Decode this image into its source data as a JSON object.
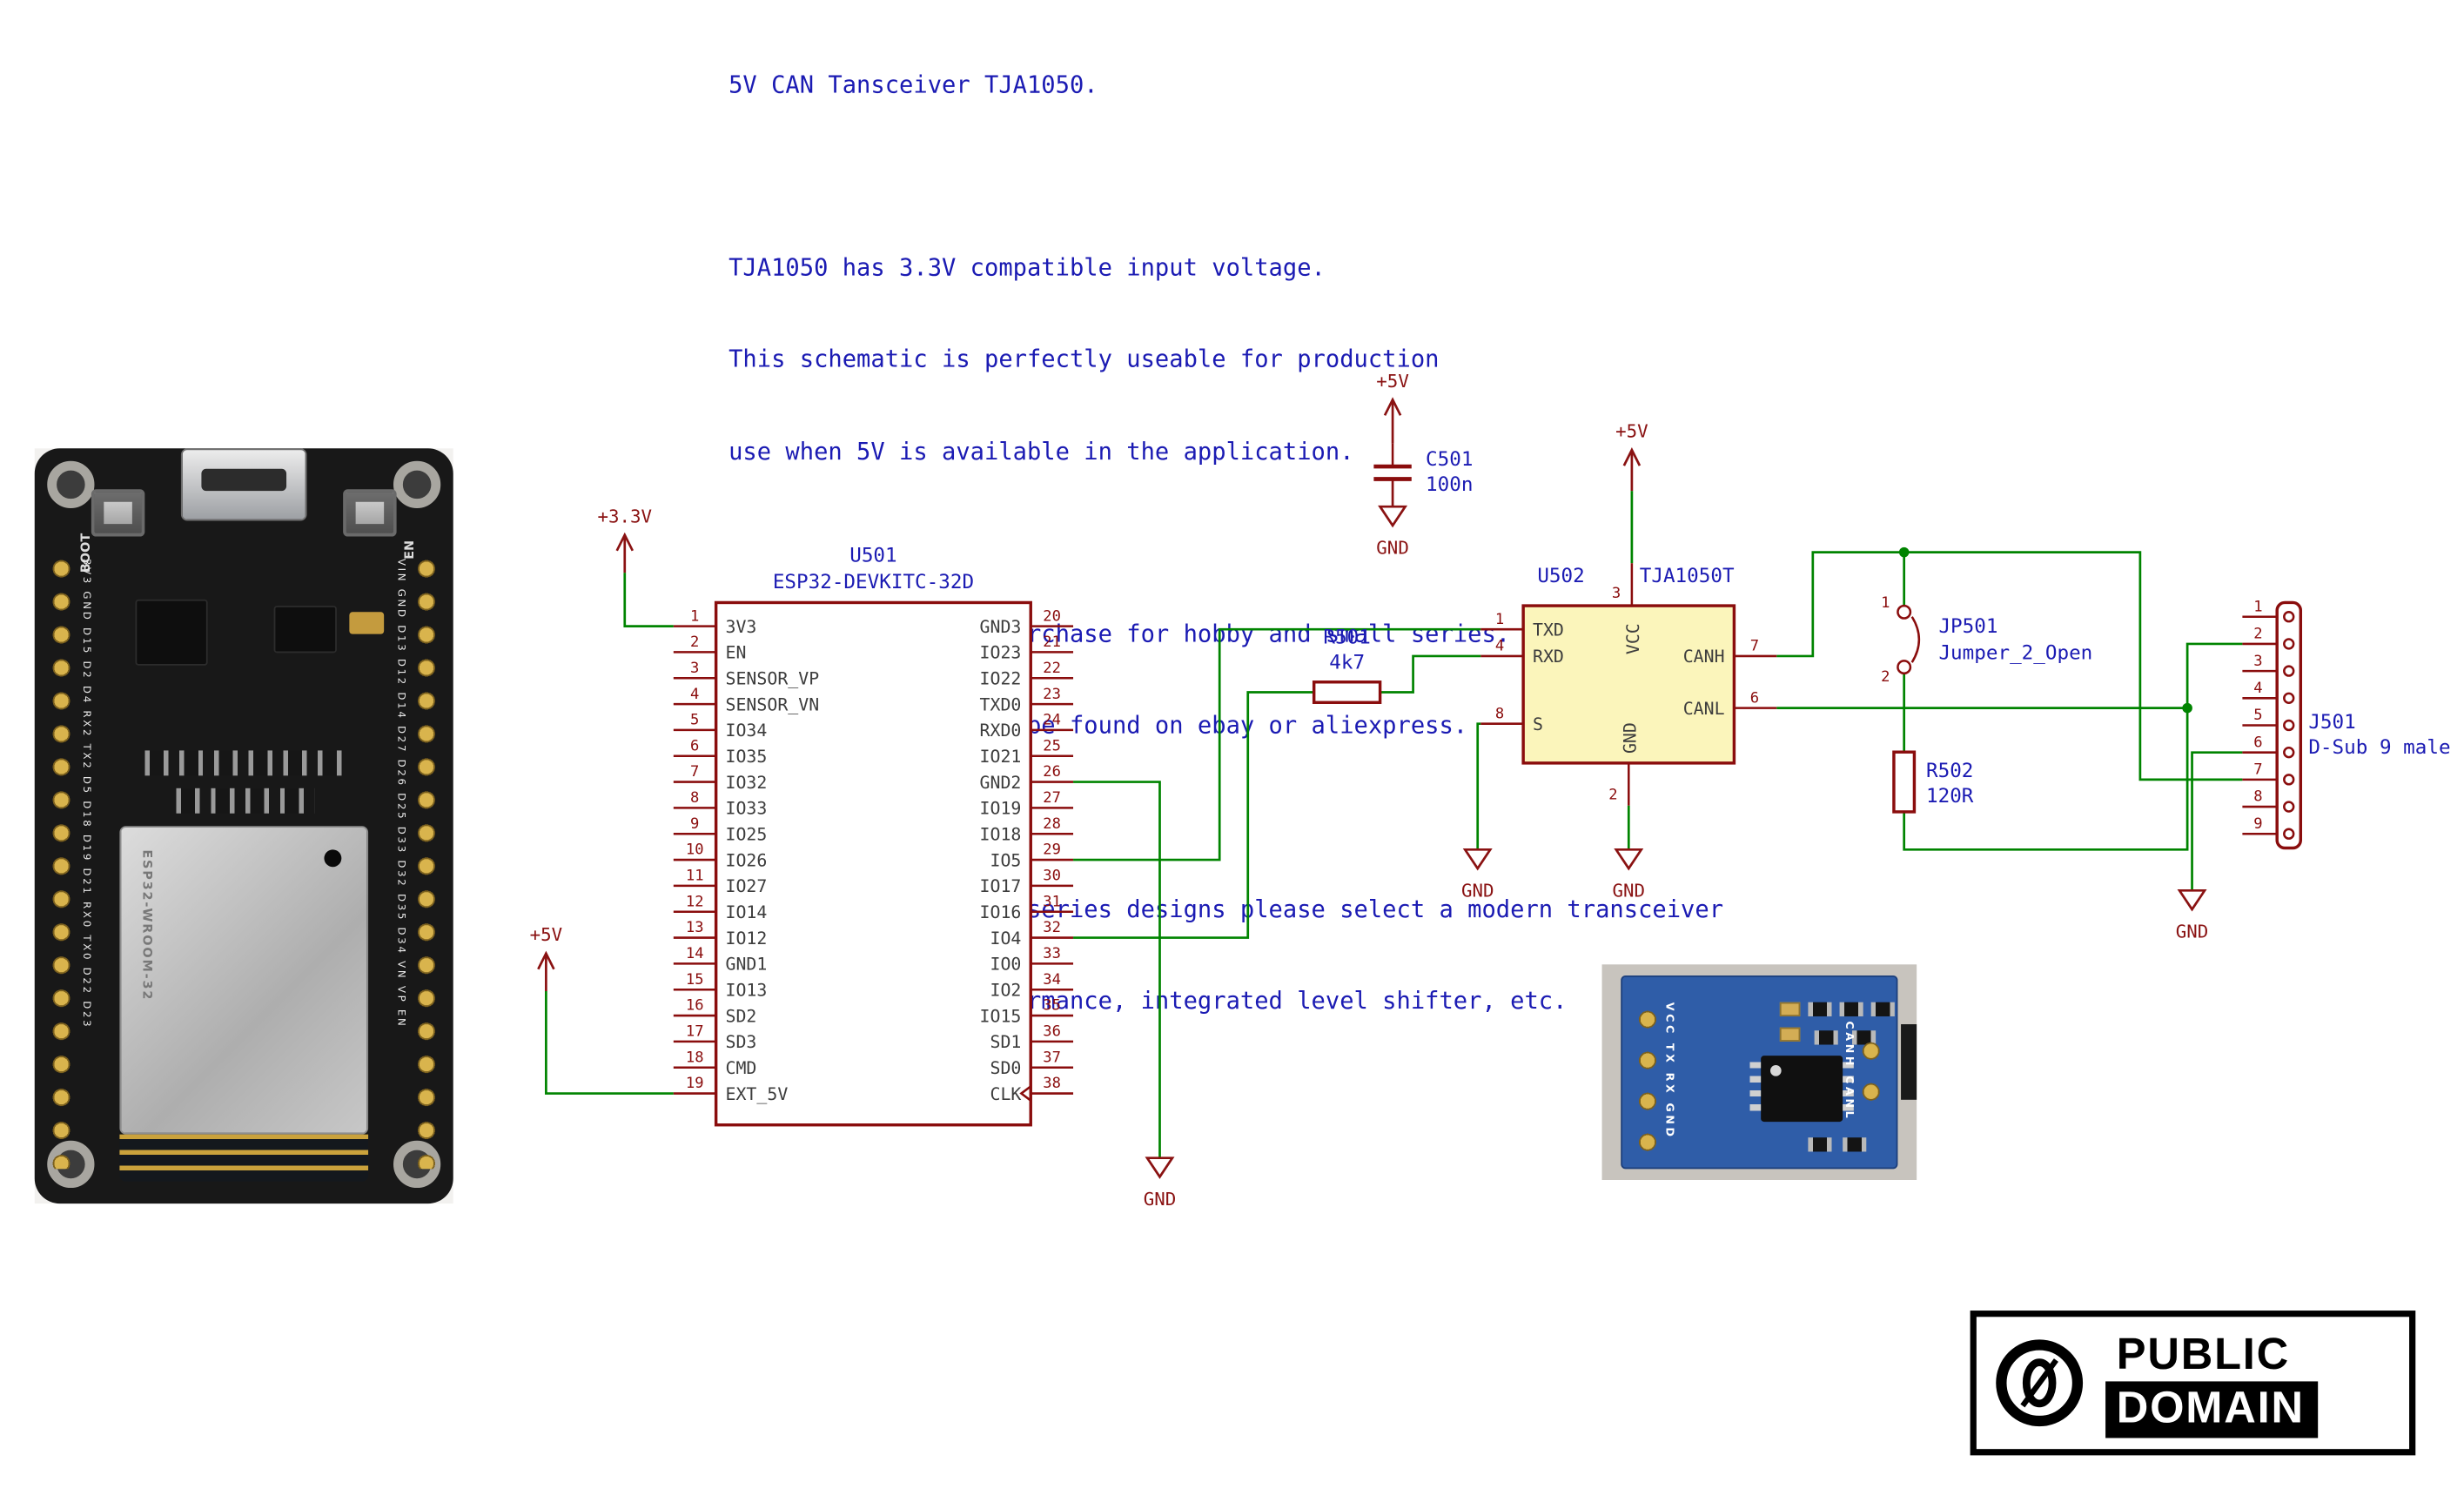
{
  "notes": {
    "lines": [
      "5V CAN Tansceiver TJA1050.",
      "",
      "TJA1050 has 3.3V compatible input voltage.",
      "This schematic is perfectly useable for production",
      "use when 5V is available in the application.",
      "",
      "TJA1050 is easy to purchase for hobby and small series.",
      "Also PCB modules can be found on ebay or aliexpress.",
      "",
      "For professional big series designs please select a modern transceiver",
      "with better EMC performance, integrated level shifter, etc."
    ]
  },
  "power": {
    "v33": "+3.3V",
    "v5": "+5V",
    "gnd": "GND"
  },
  "esp32_symbol": {
    "ref": "U501",
    "value": "ESP32-DEVKITC-32D",
    "left_pins": [
      {
        "num": "1",
        "name": "3V3"
      },
      {
        "num": "2",
        "name": "EN"
      },
      {
        "num": "3",
        "name": "SENSOR_VP"
      },
      {
        "num": "4",
        "name": "SENSOR_VN"
      },
      {
        "num": "5",
        "name": "IO34"
      },
      {
        "num": "6",
        "name": "IO35"
      },
      {
        "num": "7",
        "name": "IO32"
      },
      {
        "num": "8",
        "name": "IO33"
      },
      {
        "num": "9",
        "name": "IO25"
      },
      {
        "num": "10",
        "name": "IO26"
      },
      {
        "num": "11",
        "name": "IO27"
      },
      {
        "num": "12",
        "name": "IO14"
      },
      {
        "num": "13",
        "name": "IO12"
      },
      {
        "num": "14",
        "name": "GND1"
      },
      {
        "num": "15",
        "name": "IO13"
      },
      {
        "num": "16",
        "name": "SD2"
      },
      {
        "num": "17",
        "name": "SD3"
      },
      {
        "num": "18",
        "name": "CMD"
      },
      {
        "num": "19",
        "name": "EXT_5V"
      }
    ],
    "right_pins": [
      {
        "num": "20",
        "name": "GND3"
      },
      {
        "num": "21",
        "name": "IO23"
      },
      {
        "num": "22",
        "name": "IO22"
      },
      {
        "num": "23",
        "name": "TXD0"
      },
      {
        "num": "24",
        "name": "RXD0"
      },
      {
        "num": "25",
        "name": "IO21"
      },
      {
        "num": "26",
        "name": "GND2"
      },
      {
        "num": "27",
        "name": "IO19"
      },
      {
        "num": "28",
        "name": "IO18"
      },
      {
        "num": "29",
        "name": "IO5"
      },
      {
        "num": "30",
        "name": "IO17"
      },
      {
        "num": "31",
        "name": "IO16"
      },
      {
        "num": "32",
        "name": "IO4"
      },
      {
        "num": "33",
        "name": "IO0"
      },
      {
        "num": "34",
        "name": "IO2"
      },
      {
        "num": "35",
        "name": "IO15"
      },
      {
        "num": "36",
        "name": "SD1"
      },
      {
        "num": "37",
        "name": "SD0"
      },
      {
        "num": "38",
        "name": "CLK"
      }
    ]
  },
  "transceiver_symbol": {
    "ref": "U502",
    "value": "TJA1050T",
    "left_pins": [
      {
        "num": "1",
        "name": "TXD"
      },
      {
        "num": "4",
        "name": "RXD"
      },
      {
        "num": "8",
        "name": "S"
      }
    ],
    "right_pins": [
      {
        "num": "7",
        "name": "CANH"
      },
      {
        "num": "6",
        "name": "CANL"
      }
    ],
    "top_pin": {
      "num": "3",
      "name": "VCC"
    },
    "bottom_pin": {
      "num": "2",
      "name": "GND"
    }
  },
  "components": {
    "c501": {
      "ref": "C501",
      "value": "100n"
    },
    "r501": {
      "ref": "R501",
      "value": "4k7"
    },
    "r502": {
      "ref": "R502",
      "value": "120R"
    },
    "jp501": {
      "ref": "JP501",
      "value": "Jumper_2_Open",
      "pins": [
        "1",
        "2"
      ]
    },
    "j501": {
      "ref": "J501",
      "value": "D-Sub 9 male",
      "pins": [
        "1",
        "2",
        "3",
        "4",
        "5",
        "6",
        "7",
        "8",
        "9"
      ]
    }
  },
  "colors": {
    "wire_green": "#008400",
    "symbol_dark_red": "#8a0d0d",
    "label_blue": "#1b1bb3",
    "power_red": "#8a1212",
    "ic_fill_yellow": "#fbf5bb"
  },
  "photos": {
    "esp32_board": {
      "boot_label": "BOOT",
      "en_label": "EN",
      "module_label": "ESP32-WROOM-32",
      "left_pin_labels": "3V3 GND D15 D2 D4 RX2 TX2 D5 D18 D19 D21 RX0 TX0 D22 D23",
      "right_pin_labels": "VIN GND D13 D12 D14 D27 D26 D25 D33 D32 D35 D34 VN VP EN"
    },
    "can_module": {
      "left_labels": "VCC TX RX GND",
      "right_labels": "CANH CANL"
    }
  },
  "license_badge": {
    "symbol": "0",
    "line1": "PUBLIC",
    "line2": "DOMAIN"
  }
}
